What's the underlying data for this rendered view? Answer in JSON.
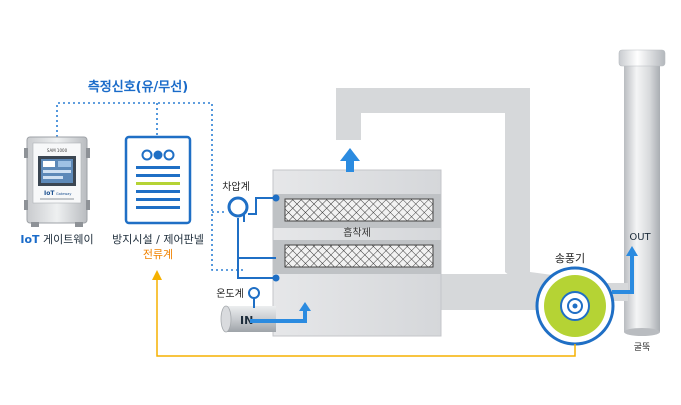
{
  "diagram": {
    "signal_label": "측정신호(유/무선)",
    "gateway": {
      "device_label": "SAM 1000",
      "device_brand": "IoT",
      "device_brand_sub": "Gateway",
      "label_prefix": "IoT",
      "label_rest": " 게이트웨이"
    },
    "panel": {
      "label": "방지시설 / 제어판넬",
      "sub_label": "전류계"
    },
    "sensors": {
      "pressure_label": "차압계",
      "temperature_label": "온도계"
    },
    "adsorber": {
      "label": "흡착제"
    },
    "inlet_label": "IN",
    "outlet_label": "OUT",
    "fan_label": "송풍기",
    "stack_label": "굴뚝",
    "colors": {
      "signal_blue": "#2b7fd4",
      "label_blue": "#1a6bc9",
      "current_orange": "#f5b100",
      "current_text": "#f08200",
      "duct_gray": "#d6d8da",
      "flow_arrow": "#2b8be0",
      "fan_green": "#b5d334"
    }
  }
}
